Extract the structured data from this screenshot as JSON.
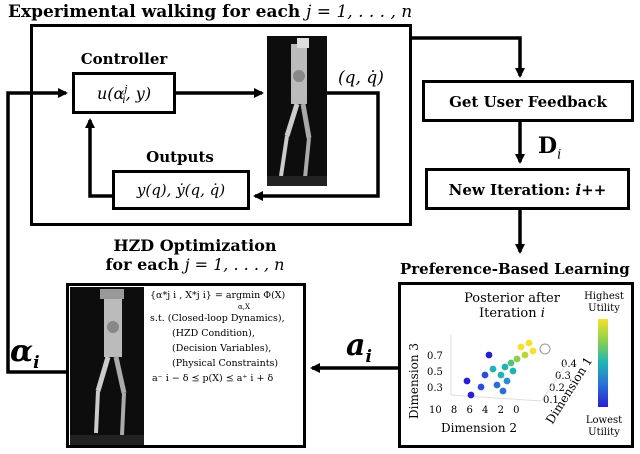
{
  "top_title": "Experimental walking for each",
  "top_title_math": "j = 1, . . . , n",
  "controller": {
    "title": "Controller",
    "expr": "u(α",
    "expr_sup": "j",
    "expr_sub": "i",
    "expr_tail": ", y)"
  },
  "outputs": {
    "title": "Outputs",
    "expr": "y(q), ẏ(q, q̇)"
  },
  "state_label": "(q, q̇)",
  "feedback_box": "Get User Feedback",
  "d_label": "D",
  "d_sub": "i",
  "iteration_box": "New Iteration: ",
  "iteration_math": "i++",
  "pbl_title": "Preference-Based Learning",
  "hzd_title_line1": "HZD Optimization",
  "hzd_title_line2": "for each",
  "hzd_title_math": "j = 1, . . . , n",
  "alpha_label": "α",
  "alpha_sub": "i",
  "a_label": "a",
  "a_sub": "i",
  "optimization": {
    "line1": "{α*j i , X*j i} = argmin Φ(X)",
    "argmin_sub": "α,X",
    "st": "s.t. (Closed-loop Dynamics),",
    "c2": "(HZD Condition),",
    "c3": "(Decision Variables),",
    "c4": "(Physical Constraints)",
    "c5": "a⁻ i − δ ⪯ p(X) ⪯ a⁺ i + δ"
  },
  "plot": {
    "title_line1": "Posterior after",
    "title_line2": "Iteration",
    "title_math": "i",
    "zlabel": "Dimension 3",
    "xlabel": "Dimension 2",
    "ylabel": "Dimension 1",
    "z_ticks": [
      "0.7",
      "0.5",
      "0.3"
    ],
    "x_ticks": [
      "10",
      "8",
      "6",
      "4",
      "2",
      "0"
    ],
    "y_ticks": [
      "0.4",
      "0.3",
      "0.2",
      "0.1"
    ],
    "colorbar_top": [
      "Highest",
      "Utility"
    ],
    "colorbar_bottom": [
      "Lowest",
      "Utility"
    ],
    "colors": {
      "high": "#f5e12a",
      "mid": "#1fb3b7",
      "low": "#2a1ed1"
    }
  }
}
